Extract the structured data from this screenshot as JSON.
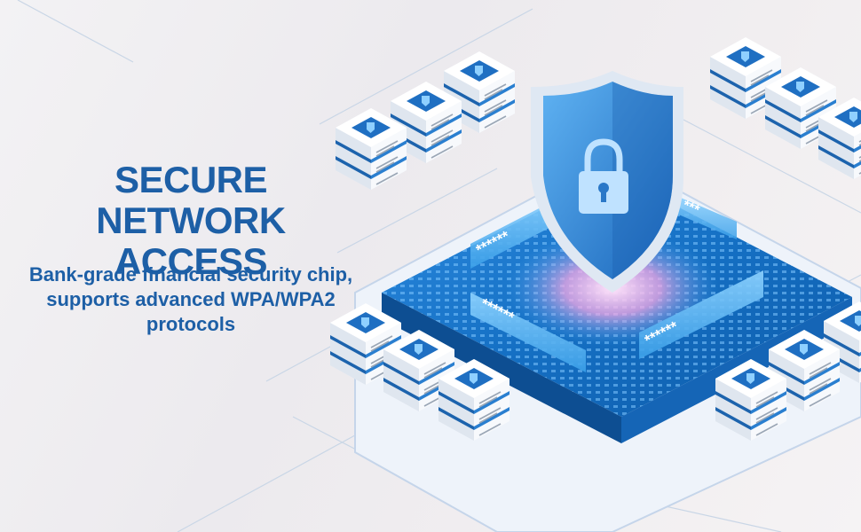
{
  "headline": {
    "line1": "SECURE",
    "line2": "NETWORK ACCESS"
  },
  "subline": {
    "line1": "Bank-grade financial security chip,",
    "line2": "supports advanced WPA/WPA2",
    "line3": "protocols"
  },
  "password_fields": [
    "******",
    "******",
    "******",
    "***"
  ],
  "icons": {
    "shield": "shield-lock-icon",
    "server_badge": "lock-icon"
  },
  "colors": {
    "brand_blue": "#1d5fa6",
    "platform_blue": "#1b77c9",
    "glow": "#f7a9e6"
  }
}
